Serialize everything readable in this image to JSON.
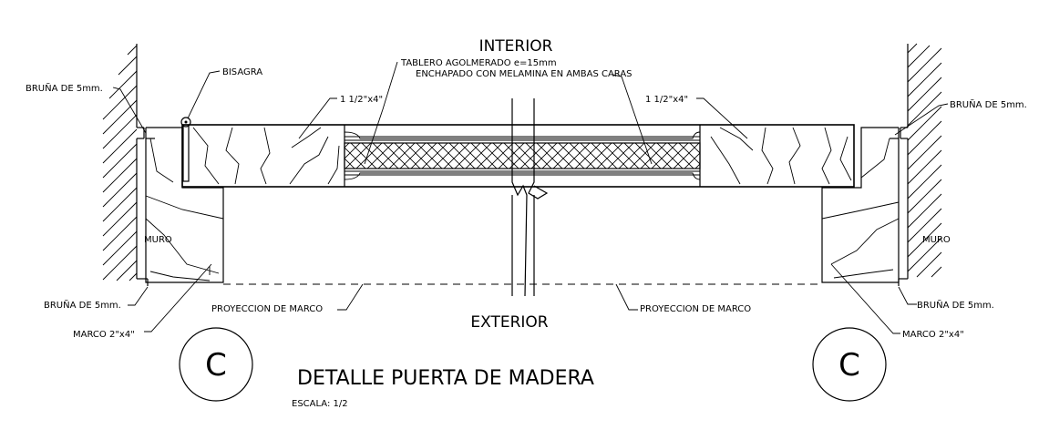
{
  "labels": {
    "interior": "INTERIOR",
    "exterior": "EXTERIOR",
    "tablero_line1": "TABLERO AGOLMERADO e=15mm",
    "tablero_line2": "ENCHAPADO CON MELAMINA EN AMBAS CARAS",
    "bisagra": "BISAGRA",
    "bruna_top_left": "BRUÑA DE 5mm.",
    "bruna_top_right": "BRUÑA DE 5mm.",
    "bruna_bottom_left": "BRUÑA DE 5mm.",
    "bruna_bottom_right": "BRUÑA DE 5mm.",
    "lumber_left": "1 1/2\"x4\"",
    "lumber_right": "1 1/2\"x4\"",
    "muro_left": "MURO",
    "muro_right": "MURO",
    "proyeccion_left": "PROYECCION DE MARCO",
    "proyeccion_right": "PROYECCION DE MARCO",
    "marco_left": "MARCO 2\"x4\"",
    "marco_right": "MARCO 2\"x4\"",
    "section_left": "C",
    "section_right": "C",
    "title": "DETALLE PUERTA DE MADERA",
    "scale": "ESCALA: 1/2"
  }
}
